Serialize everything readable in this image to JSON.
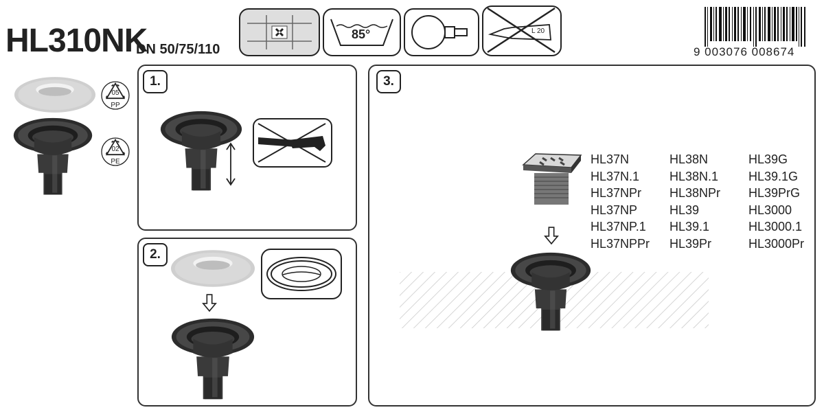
{
  "header": {
    "model": "HL310NK",
    "dn": "DN 50/75/110",
    "temperature": "85°",
    "sealant_label": "L 20",
    "barcode_number": "9 003076 008674"
  },
  "parts": [
    {
      "recycling_code": "05",
      "material": "PP"
    },
    {
      "recycling_code": "02",
      "material": "PE"
    }
  ],
  "steps": [
    {
      "label": "1."
    },
    {
      "label": "2."
    },
    {
      "label": "3."
    }
  ],
  "compatible_models": {
    "col1": [
      "HL37N",
      "HL37N.1",
      "HL37NPr",
      "HL37NP",
      "HL37NP.1",
      "HL37NPPr"
    ],
    "col2": [
      "HL38N",
      "HL38N.1",
      "HL38NPr",
      "HL39",
      "HL39.1",
      "HL39Pr"
    ],
    "col3": [
      "HL39G",
      "HL39.1G",
      "HL39PrG",
      "HL3000",
      "HL3000.1",
      "HL3000Pr"
    ]
  },
  "icons": [
    "tile-grate-icon",
    "hot-water-icon",
    "pipe-connection-icon",
    "no-sealant-icon",
    "no-cutting-tool-icon",
    "flange-seal-icon",
    "down-arrow-icon",
    "height-adjust-icon",
    "recycle-icon"
  ]
}
